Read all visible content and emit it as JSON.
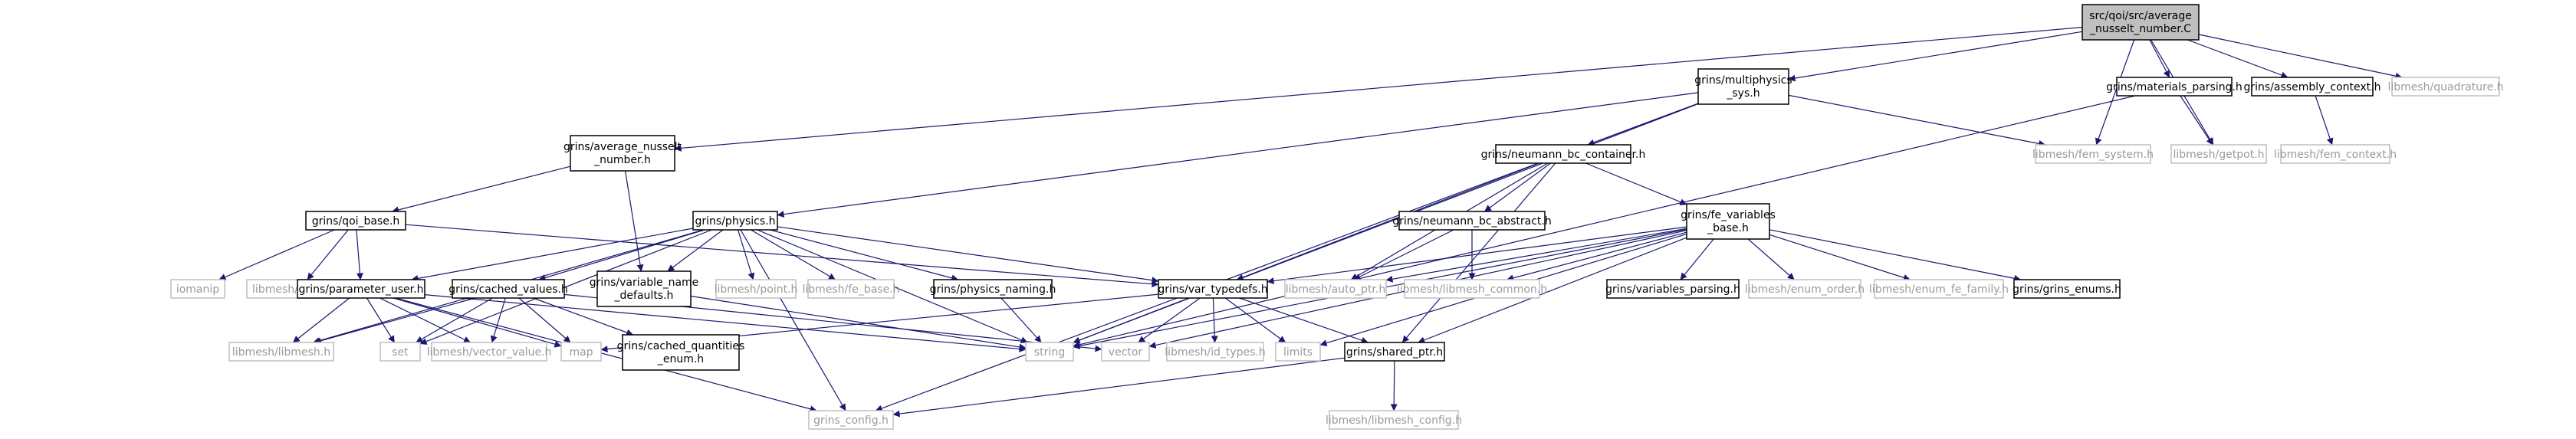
{
  "nodes": {
    "main": "src/qoi/src/average_nusselt_number.C",
    "mps": "grins/multiphysics_sys.h",
    "matp": "grins/materials_parsing.h",
    "asmc": "grins/assembly_context.h",
    "quad": "libmesh/quadrature.h",
    "avgnu": "grins/average_nusselt_number.h",
    "nbcc": "grins/neumann_bc_container.h",
    "femsys": "libmesh/fem_system.h",
    "getpot": "libmesh/getpot.h",
    "femctx": "libmesh/fem_context.h",
    "qoib": "grins/qoi_base.h",
    "phys": "grins/physics.h",
    "nbca": "grins/neumann_bc_abstract.h",
    "fev": "grins/fe_variables_base.h",
    "iomanip": "iomanip",
    "diffqoi": "libmesh/diff_qoi.h",
    "pu": "grins/parameter_user.h",
    "cv": "grins/cached_values.h",
    "vnd": "grins/variable_name_defaults.h",
    "point": "libmesh/point.h",
    "feb": "libmesh/fe_base.h",
    "pn": "grins/physics_naming.h",
    "vt": "grins/var_typedefs.h",
    "autoptr": "libmesh/auto_ptr.h",
    "lmcommon": "libmesh/libmesh_common.h",
    "vp": "grins/variables_parsing.h",
    "eo": "libmesh/enum_order.h",
    "eff": "libmesh/enum_fe_family.h",
    "ge": "grins/grins_enums.h",
    "lml": "libmesh/libmesh.h",
    "set": "set",
    "vv": "libmesh/vector_value.h",
    "map": "map",
    "cqe": "grins/cached_quantities_enum.h",
    "string": "string",
    "vector": "vector",
    "idt": "libmesh/id_types.h",
    "limits": "limits",
    "sp": "grins/shared_ptr.h",
    "cfg": "grins_config.h",
    "lmcfg": "libmesh/libmesh_config.h"
  },
  "colors": {
    "edge": "#191970",
    "main_fill": "#bfbfbf",
    "ext_border": "#bfbfbf",
    "ext_text": "#9a9a9a"
  }
}
